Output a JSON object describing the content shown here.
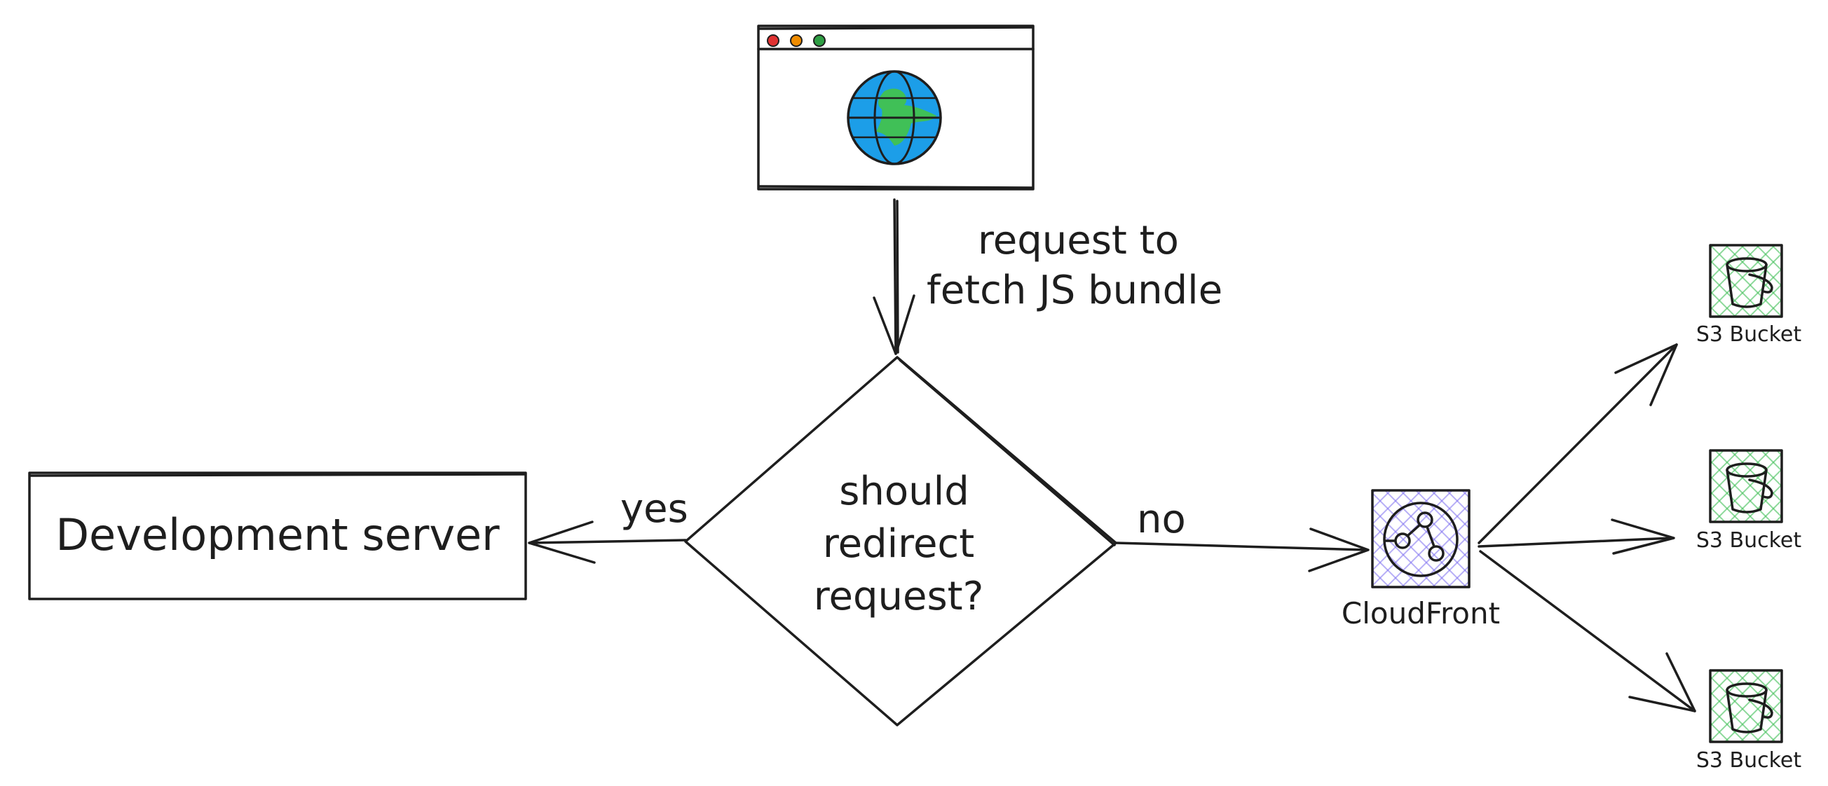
{
  "nodes": {
    "browser": {
      "icon": "browser-globe-icon",
      "colors": {
        "dot_red": "#e03131",
        "dot_yellow": "#f08c00",
        "dot_green": "#2f9e44",
        "globe_water": "#1c9ee8",
        "globe_land": "#40c057"
      }
    },
    "decision": {
      "line1": "should",
      "line2": "redirect",
      "line3": "request?"
    },
    "dev_server": {
      "label": "Development server"
    },
    "cloudfront": {
      "label": "CloudFront",
      "icon": "cloudfront-icon",
      "hatch_color": "#7b6cf0"
    },
    "s3_buckets": [
      {
        "label": "S3 Bucket",
        "icon": "s3-bucket-icon"
      },
      {
        "label": "S3 Bucket",
        "icon": "s3-bucket-icon"
      },
      {
        "label": "S3 Bucket",
        "icon": "s3-bucket-icon"
      }
    ],
    "s3_hatch_color": "#40c057"
  },
  "edges": {
    "request": {
      "line1": "request to",
      "line2": "fetch JS bundle"
    },
    "yes": {
      "label": "yes"
    },
    "no": {
      "label": "no"
    }
  }
}
